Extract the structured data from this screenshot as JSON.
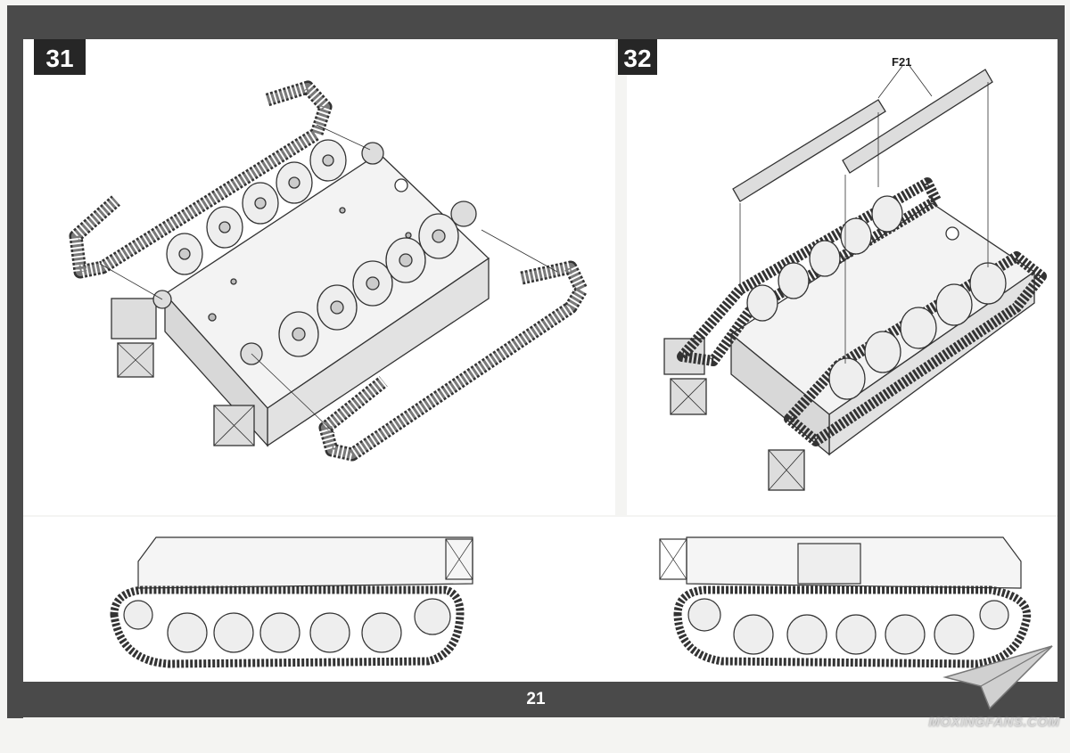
{
  "page": {
    "number": "21"
  },
  "steps": [
    {
      "number": "31"
    },
    {
      "number": "32",
      "part_label": "F21"
    }
  ],
  "watermark": {
    "text": "MOXINGFANS.COM"
  },
  "colors": {
    "bar": "#4a4a4a",
    "step_box": "#262626",
    "paper": "#f4f4f2"
  }
}
